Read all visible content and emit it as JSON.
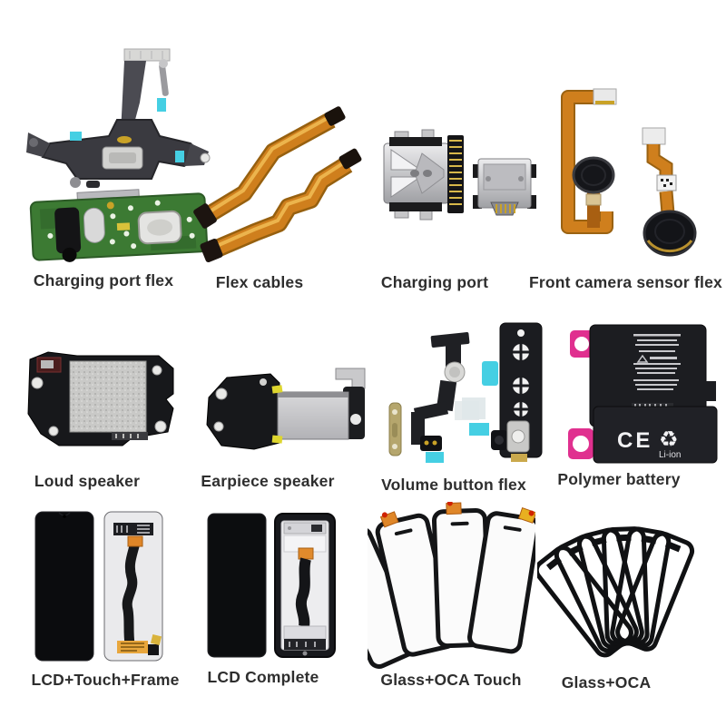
{
  "page": {
    "type": "product-collage",
    "background": "#ffffff"
  },
  "products": [
    {
      "id": "charging-port-flex",
      "label": "Charging port flex"
    },
    {
      "id": "flex-cables",
      "label": "Flex cables"
    },
    {
      "id": "charging-port",
      "label": "Charging port"
    },
    {
      "id": "front-camera-sensor-flex",
      "label": "Front camera sensor flex"
    },
    {
      "id": "loud-speaker",
      "label": "Loud speaker"
    },
    {
      "id": "earpiece-speaker",
      "label": "Earpiece speaker"
    },
    {
      "id": "volume-button-flex",
      "label": "Volume button flex"
    },
    {
      "id": "polymer-battery",
      "label": "Polymer battery"
    },
    {
      "id": "lcd-touch-frame",
      "label": "LCD+Touch+Frame"
    },
    {
      "id": "lcd-complete",
      "label": "LCD Complete"
    },
    {
      "id": "glass-oca-touch",
      "label": "Glass+OCA Touch"
    },
    {
      "id": "glass-oca",
      "label": "Glass+OCA"
    }
  ],
  "battery_markings": {
    "ce": "CE",
    "li_ion": "Li-ion",
    "recycle_icon": "♻"
  },
  "colors": {
    "background": "#ffffff",
    "label-text": "#2e2e2e",
    "flex-orange": "#cf7f1d",
    "flex-orange-dark": "#96600f",
    "flex-orange-light": "#ecb44d",
    "pcb-green": "#3c7a33",
    "tab-cyan": "#45cfe3",
    "tab-pink": "#e0308f",
    "metal-silver": "#c7c7c9",
    "part-black": "#1a1b1e",
    "panel-white": "#fbfbfb"
  }
}
